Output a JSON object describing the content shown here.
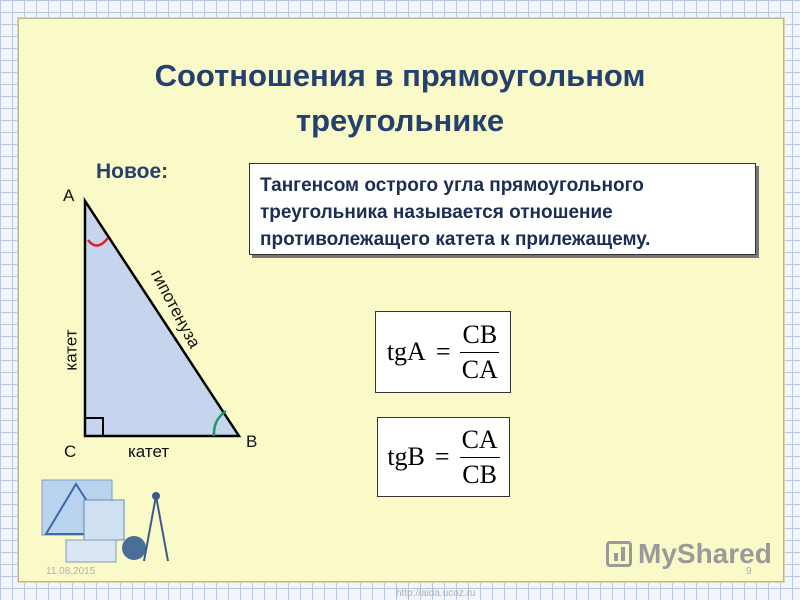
{
  "slide": {
    "title_line1": "Соотношения в прямоугольном",
    "title_line2": "треугольнике",
    "new_label": "Новое:",
    "definition": "Тангенсом острого угла прямоугольного треугольника называется отношение противолежащего катета к прилежащему.",
    "triangle": {
      "vertex_a": "A",
      "vertex_b": "B",
      "vertex_c": "C",
      "leg_vertical": "катет",
      "leg_horizontal": "катет",
      "hypotenuse": "гипотенуза"
    },
    "formula_a": {
      "lhs": "tgA",
      "eq": "=",
      "num": "CB",
      "den": "CA"
    },
    "formula_b": {
      "lhs": "tgB",
      "eq": "=",
      "num": "CA",
      "den": "CB"
    },
    "footer_date": "11.08.2015",
    "footer_page": "9",
    "footer_url": "http://aida.ucoz.ru",
    "logo_text": "MyShared"
  },
  "colors": {
    "title": "#24406e",
    "slide_bg": "#fafac8",
    "triangle_fill": "#c7d4ee",
    "angle_a": "#e02020",
    "angle_b": "#1a9a6a"
  }
}
